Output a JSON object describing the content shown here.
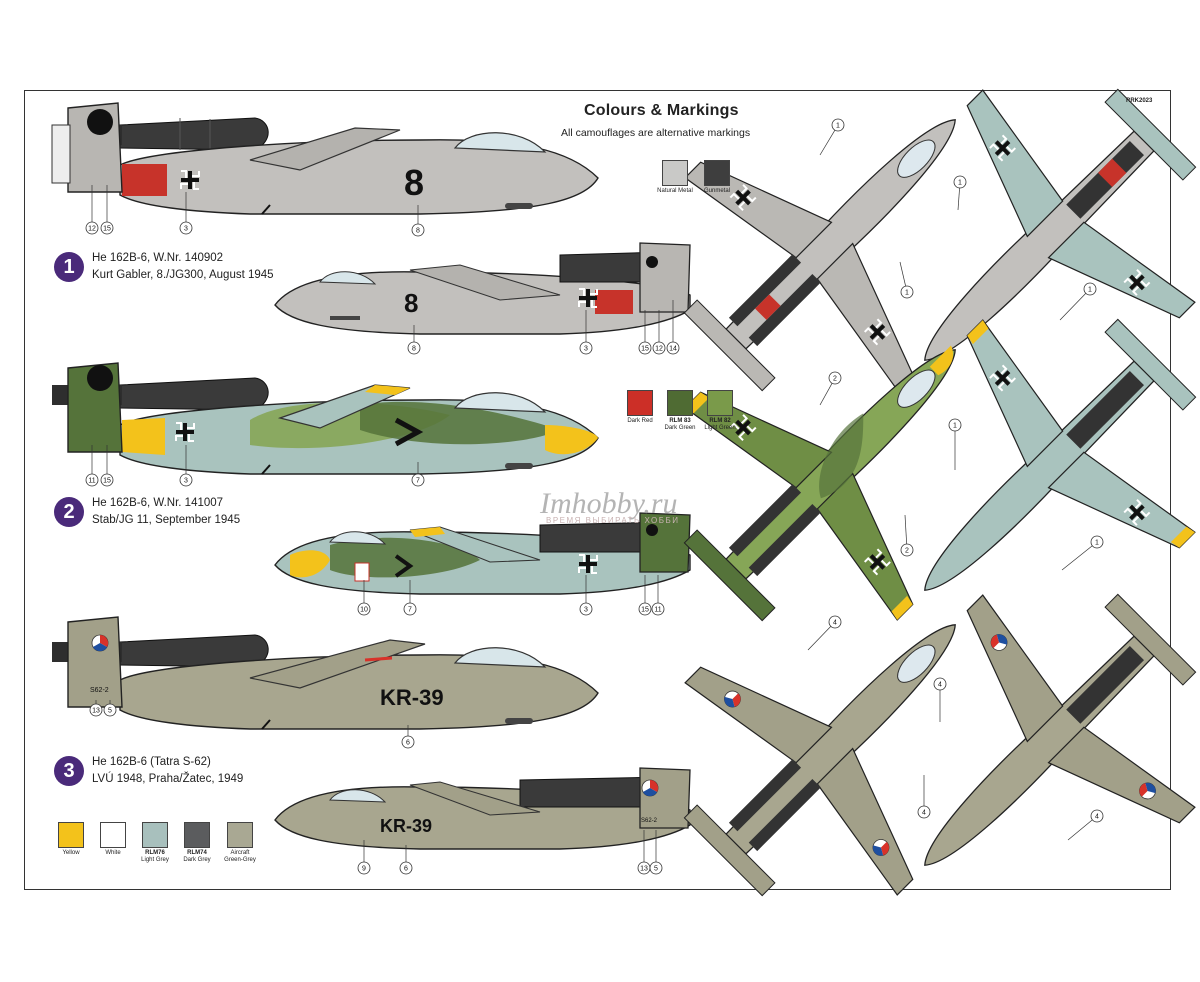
{
  "header": {
    "title": "Colours & Markings",
    "subtitle": "All camouflages are alternative markings",
    "code": "RRK2023"
  },
  "watermark": {
    "logo": "Imhobby.ru",
    "tagline": "ВРЕМЯ ВЫБИРАТЬ ХОББИ"
  },
  "schemes": [
    {
      "number": "1",
      "line1": "He 162B-6, W.Nr. 140902",
      "line2": "Kurt Gabler, 8./JG300, August 1945",
      "side_number": "8",
      "callouts_top": [
        "12",
        "15",
        "3",
        "8"
      ],
      "callouts_bottom": [
        "8",
        "3",
        "15",
        "12",
        "14"
      ]
    },
    {
      "number": "2",
      "line1": "He 162B-6, W.Nr. 141007",
      "line2": "Stab/JG 11, September 1945",
      "callouts_top": [
        "11",
        "15",
        "3",
        "7"
      ],
      "callouts_bottom": [
        "10",
        "7",
        "3",
        "15",
        "11"
      ]
    },
    {
      "number": "3",
      "line1": "He 162B-6 (Tatra S-62)",
      "line2": "LVÚ 1948, Praha/Žatec, 1949",
      "side_number": "KR-39",
      "tail_code": "S62-2",
      "callouts_top": [
        "13",
        "5",
        "6"
      ],
      "callouts_bottom": [
        "9",
        "6",
        "13",
        "5"
      ]
    }
  ],
  "plan_callouts": {
    "scheme1": [
      "1",
      "1",
      "1",
      "1"
    ],
    "scheme2": [
      "2",
      "2",
      "1",
      "1"
    ],
    "scheme3": [
      "4",
      "4",
      "4",
      "4"
    ]
  },
  "swatches_metal": [
    {
      "label": "Natural Metal",
      "color": "#c9c9c7"
    },
    {
      "label": "Gunmetal",
      "color": "#3e3e3e"
    }
  ],
  "swatches_green": [
    {
      "label": "Dark Red",
      "code": "",
      "color": "#cc2f27"
    },
    {
      "label": "Dark Green",
      "code": "RLM 83",
      "color": "#4f6b33"
    },
    {
      "label": "Light Green",
      "code": "RLM 82",
      "color": "#7a9a4a"
    }
  ],
  "swatches_bottom": [
    {
      "label": "Yellow",
      "code": "",
      "color": "#f3c21b"
    },
    {
      "label": "White",
      "code": "",
      "color": "#ffffff"
    },
    {
      "label": "Light Grey",
      "code": "RLM76",
      "color": "#a8c0bd"
    },
    {
      "label": "Dark Grey",
      "code": "RLM74",
      "color": "#5b5c5e"
    },
    {
      "label": "Green-Grey",
      "code": "Aircraft",
      "color": "#a9a893"
    }
  ],
  "colors": {
    "metal": "#c2c0bd",
    "metal_dark": "#9a9895",
    "engine": "#3b3b3b",
    "red": "#c7332a",
    "rlm76": "#a9c3be",
    "rlm83": "#55733a",
    "rlm82": "#86a657",
    "yellow": "#f3c21b",
    "greygreen": "#a8a68f",
    "accent_purple": "#4a2a7a"
  }
}
